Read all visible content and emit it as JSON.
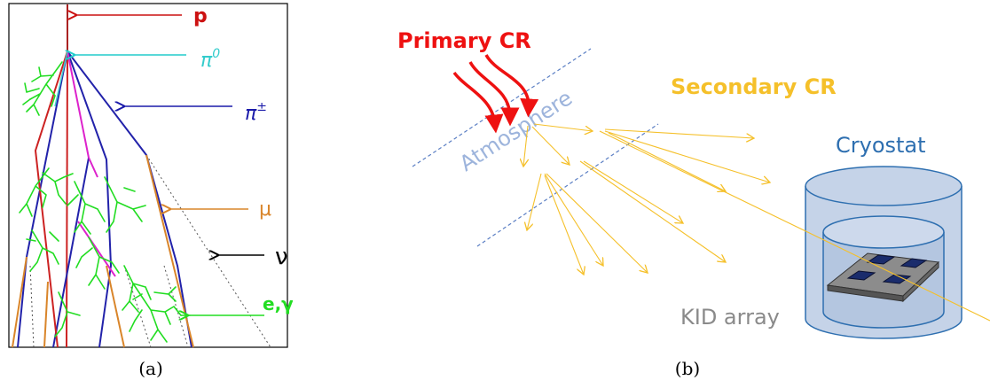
{
  "panel_a": {
    "labels": {
      "proton": "p",
      "pi0": "π",
      "pi0_sup": "0",
      "pipm": "π",
      "pipm_sup": "±",
      "muon": "μ",
      "neutrino": "ν",
      "egamma": "e,γ"
    },
    "caption": "(a)"
  },
  "panel_b": {
    "primary": "Primary CR",
    "atmosphere": "Atmosphere",
    "secondary": "Secondary CR",
    "cryostat": "Cryostat",
    "kid_array": "KID array",
    "caption": "(b)"
  },
  "colors": {
    "primary_red": "#ee1111",
    "secondary_yellow": "#f5c02a",
    "atmosphere_blue": "#9db4dc",
    "cryostat_blue": "#2e6fb0",
    "kid_gray": "#8a8a8a",
    "muon_orange": "#d9852a",
    "shower_green": "#22dd22"
  }
}
